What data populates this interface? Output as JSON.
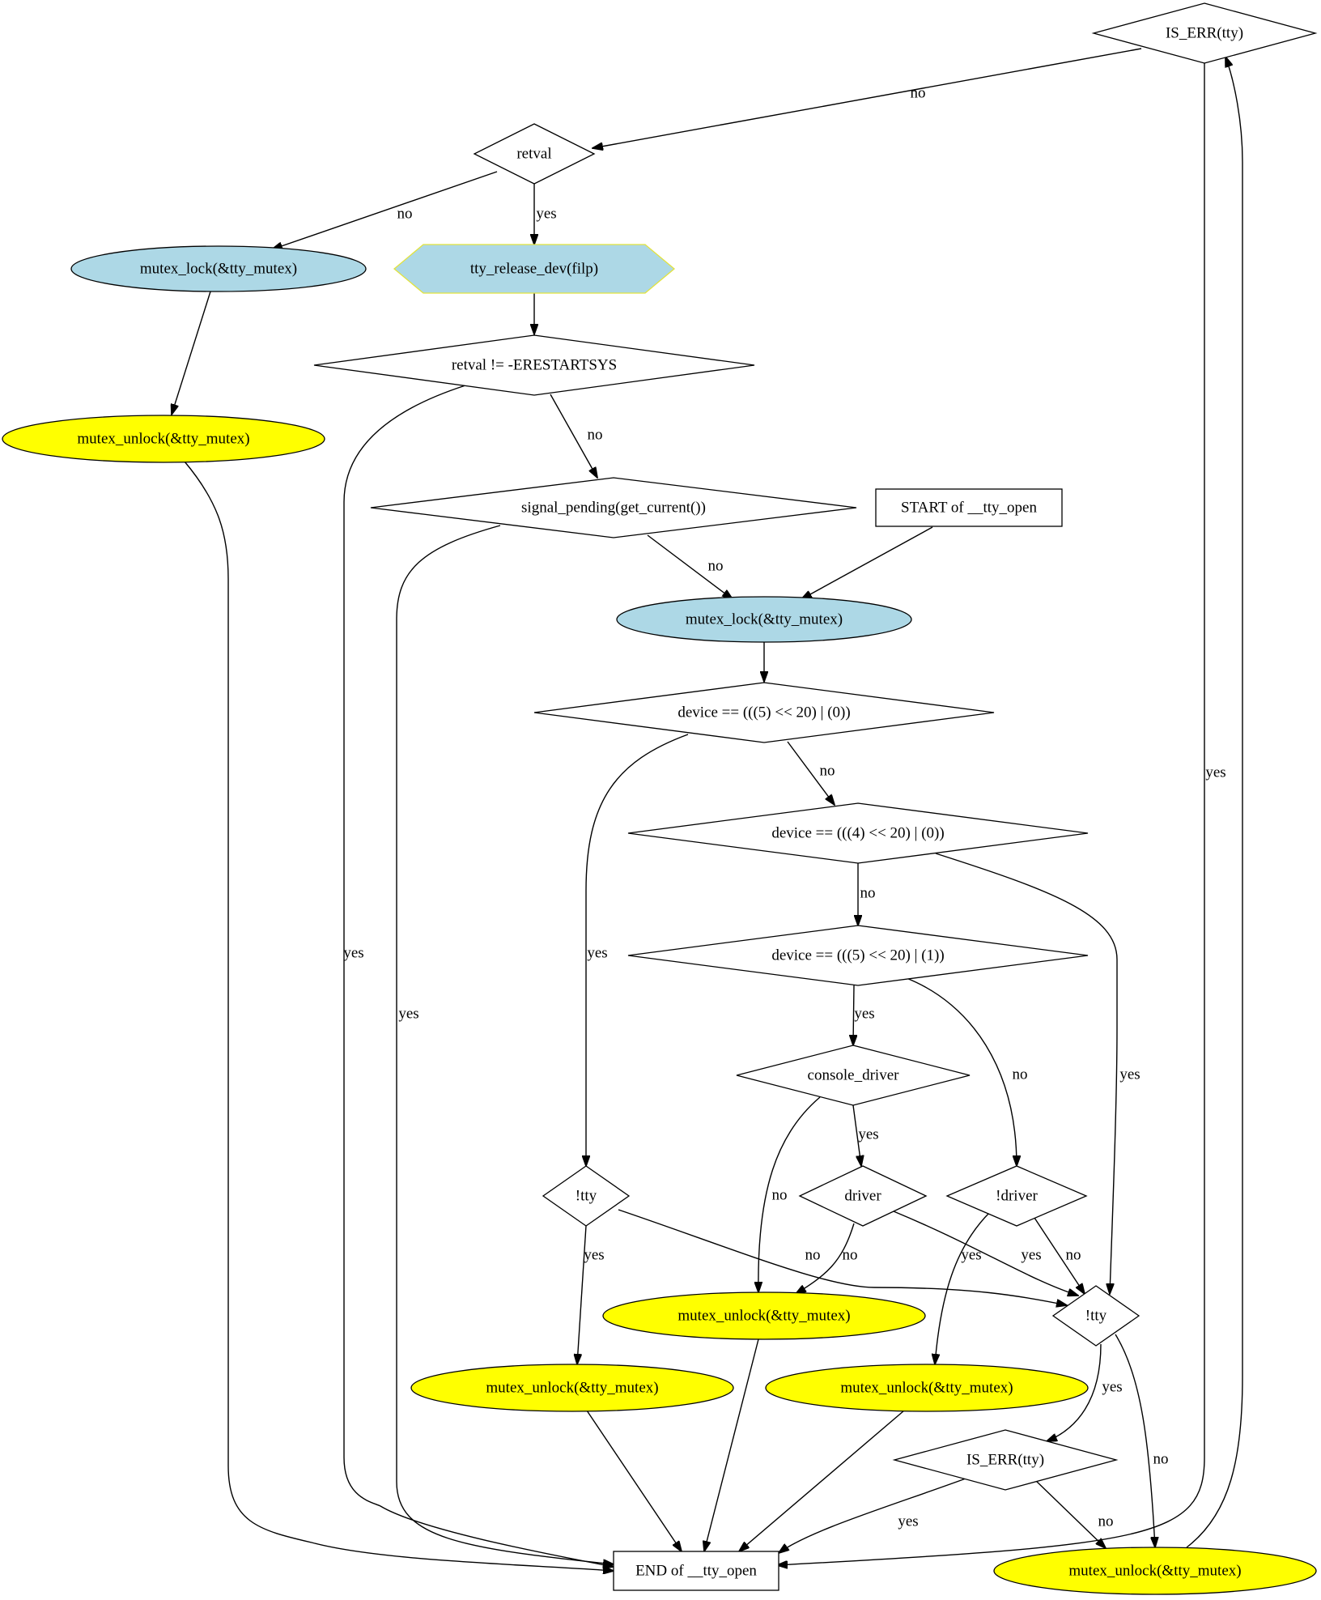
{
  "diagram": {
    "colors": {
      "lock_fill": "#add8e6",
      "unlock_fill": "#ffff00",
      "release_fill": "#add8e6",
      "release_stroke": "#e3e33c",
      "decision_fill": "#ffffff",
      "terminal_fill": "#ffffff",
      "line": "#000000"
    },
    "nodes": [
      {
        "id": "is_err_top",
        "shape": "diamond",
        "label": "IS_ERR(tty)"
      },
      {
        "id": "retval",
        "shape": "diamond",
        "label": "retval"
      },
      {
        "id": "lock_left",
        "shape": "ellipse",
        "fill": "lock",
        "label": "mutex_lock(&tty_mutex)"
      },
      {
        "id": "release",
        "shape": "hexagon",
        "fill": "release",
        "label": "tty_release_dev(filp)"
      },
      {
        "id": "restart",
        "shape": "diamond",
        "label": "retval != -ERESTARTSYS"
      },
      {
        "id": "unlock_left",
        "shape": "ellipse",
        "fill": "unlock",
        "label": "mutex_unlock(&tty_mutex)"
      },
      {
        "id": "signal",
        "shape": "diamond",
        "label": "signal_pending(get_current())"
      },
      {
        "id": "start",
        "shape": "box",
        "label": "START of __tty_open"
      },
      {
        "id": "lock_main",
        "shape": "ellipse",
        "fill": "lock",
        "label": "mutex_lock(&tty_mutex)"
      },
      {
        "id": "dev51",
        "shape": "diamond",
        "label": "device == (((5) << 20) | (0))"
      },
      {
        "id": "dev40",
        "shape": "diamond",
        "label": "device == (((4) << 20) | (0))"
      },
      {
        "id": "dev5_1",
        "shape": "diamond",
        "label": "device == (((5) << 20) | (1))"
      },
      {
        "id": "console",
        "shape": "diamond",
        "label": "console_driver"
      },
      {
        "id": "nottty_a",
        "shape": "diamond",
        "label": "!tty"
      },
      {
        "id": "driver",
        "shape": "diamond",
        "label": "driver"
      },
      {
        "id": "notdriver",
        "shape": "diamond",
        "label": "!driver"
      },
      {
        "id": "unlock_mid",
        "shape": "ellipse",
        "fill": "unlock",
        "label": "mutex_unlock(&tty_mutex)"
      },
      {
        "id": "nottty_b",
        "shape": "diamond",
        "label": "!tty"
      },
      {
        "id": "unlock_a",
        "shape": "ellipse",
        "fill": "unlock",
        "label": "mutex_unlock(&tty_mutex)"
      },
      {
        "id": "unlock_b",
        "shape": "ellipse",
        "fill": "unlock",
        "label": "mutex_unlock(&tty_mutex)"
      },
      {
        "id": "is_err_bot",
        "shape": "diamond",
        "label": "IS_ERR(tty)"
      },
      {
        "id": "end",
        "shape": "box",
        "label": "END of __tty_open"
      },
      {
        "id": "unlock_br",
        "shape": "ellipse",
        "fill": "unlock",
        "label": "mutex_unlock(&tty_mutex)"
      }
    ],
    "edges": [
      {
        "from": "is_err_top",
        "to": "retval",
        "label": "no"
      },
      {
        "from": "is_err_top",
        "to": "end",
        "label": "yes"
      },
      {
        "from": "retval",
        "to": "lock_left",
        "label": "no"
      },
      {
        "from": "retval",
        "to": "release",
        "label": "yes"
      },
      {
        "from": "lock_left",
        "to": "unlock_left",
        "label": ""
      },
      {
        "from": "release",
        "to": "restart",
        "label": ""
      },
      {
        "from": "restart",
        "to": "end",
        "label": "yes"
      },
      {
        "from": "restart",
        "to": "signal",
        "label": "no"
      },
      {
        "from": "unlock_left",
        "to": "end",
        "label": ""
      },
      {
        "from": "signal",
        "to": "end",
        "label": "yes"
      },
      {
        "from": "signal",
        "to": "lock_main",
        "label": "no"
      },
      {
        "from": "start",
        "to": "lock_main",
        "label": ""
      },
      {
        "from": "lock_main",
        "to": "dev51",
        "label": ""
      },
      {
        "from": "dev51",
        "to": "nottty_a",
        "label": "yes"
      },
      {
        "from": "dev51",
        "to": "dev40",
        "label": "no"
      },
      {
        "from": "dev40",
        "to": "dev5_1",
        "label": "no"
      },
      {
        "from": "dev40",
        "to": "nottty_b",
        "label": "yes"
      },
      {
        "from": "dev5_1",
        "to": "console",
        "label": "yes"
      },
      {
        "from": "dev5_1",
        "to": "notdriver",
        "label": "no"
      },
      {
        "from": "console",
        "to": "unlock_mid",
        "label": "no"
      },
      {
        "from": "console",
        "to": "driver",
        "label": "yes"
      },
      {
        "from": "nottty_a",
        "to": "unlock_a",
        "label": "yes"
      },
      {
        "from": "nottty_a",
        "to": "nottty_b",
        "label": "no"
      },
      {
        "from": "driver",
        "to": "unlock_mid",
        "label": "no"
      },
      {
        "from": "driver",
        "to": "nottty_b",
        "label": "yes"
      },
      {
        "from": "notdriver",
        "to": "unlock_b",
        "label": "yes"
      },
      {
        "from": "notdriver",
        "to": "nottty_b",
        "label": "no"
      },
      {
        "from": "unlock_mid",
        "to": "end",
        "label": ""
      },
      {
        "from": "unlock_a",
        "to": "end",
        "label": ""
      },
      {
        "from": "unlock_b",
        "to": "end",
        "label": ""
      },
      {
        "from": "nottty_b",
        "to": "is_err_bot",
        "label": "yes"
      },
      {
        "from": "nottty_b",
        "to": "unlock_br",
        "label": "no"
      },
      {
        "from": "is_err_bot",
        "to": "end",
        "label": "yes"
      },
      {
        "from": "is_err_bot",
        "to": "unlock_br",
        "label": "no"
      },
      {
        "from": "unlock_br",
        "to": "is_err_top",
        "label": ""
      }
    ]
  }
}
